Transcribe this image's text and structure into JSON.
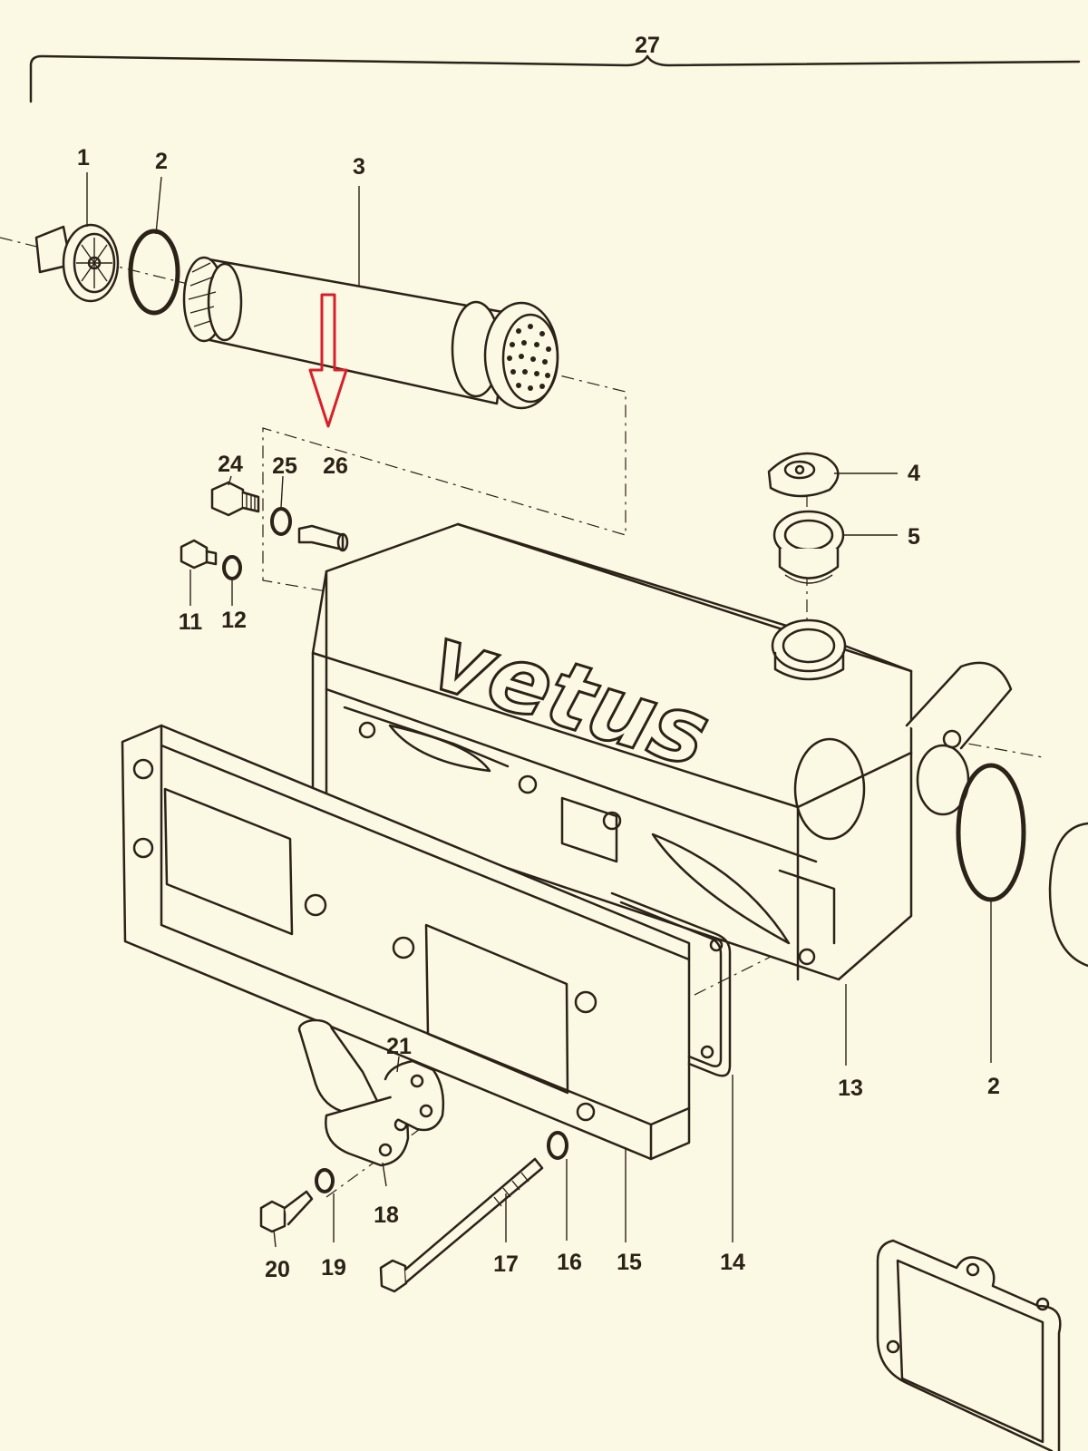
{
  "diagram": {
    "brand_logo_text": "vetus",
    "callouts": {
      "p1": "1",
      "p2_left": "2",
      "p2_right": "2",
      "p3": "3",
      "p4": "4",
      "p5": "5",
      "p11": "11",
      "p12": "12",
      "p13": "13",
      "p14": "14",
      "p15": "15",
      "p16": "16",
      "p17": "17",
      "p18": "18",
      "p19": "19",
      "p20": "20",
      "p21": "21",
      "p24": "24",
      "p25": "25",
      "p26": "26",
      "p27": "27"
    },
    "colors": {
      "paper": "#fbf8e4",
      "ink": "#2b2218",
      "highlight_arrow": "#d8202a"
    }
  }
}
